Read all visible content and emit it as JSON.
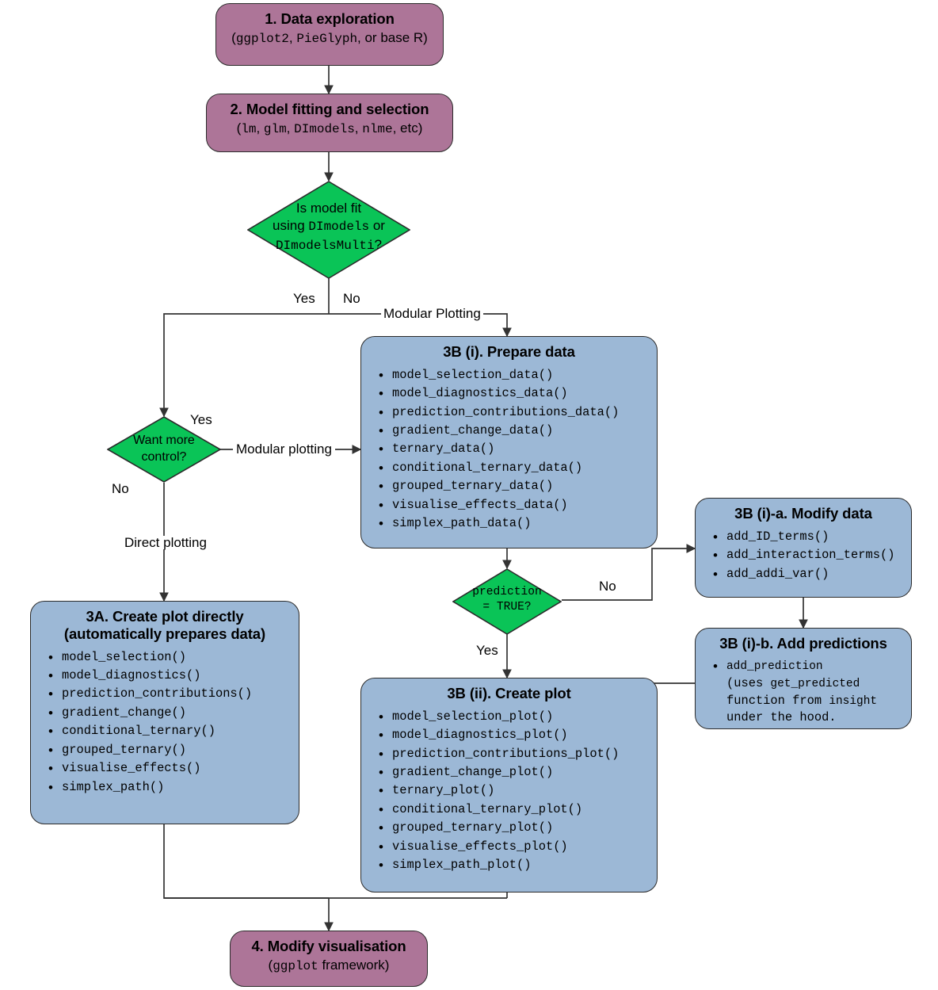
{
  "diagram": {
    "title": "DImodelsVis workflow flowchart",
    "colors": {
      "purple_fill": "#ad7598",
      "blue_fill": "#9cb8d6",
      "green_fill": "#0ac457",
      "stroke": "#2b2b2b",
      "edge": "#333333"
    }
  },
  "nodes": {
    "step1": {
      "title": "1. Data exploration",
      "sub_pre": "(",
      "sub_mono1": "ggplot2",
      "sub_mid1": ", ",
      "sub_mono2": "PieGlyph",
      "sub_post": ", or base R)"
    },
    "step2": {
      "title": "2. Model fitting and selection",
      "sub_pre": "(",
      "sub_mono1": "lm",
      "sub_mid1": ", ",
      "sub_mono2": "glm",
      "sub_mid2": ", ",
      "sub_mono3": "DImodels",
      "sub_mid3": ", ",
      "sub_mono4": "nlme",
      "sub_post": ", etc)"
    },
    "decision1": {
      "line1": "Is model fit",
      "line2_pre": "using ",
      "line2_mono": "DImodels",
      "line2_post": " or",
      "line3_mono": "DImodelsMulti",
      "line3_post": "?"
    },
    "decision2": {
      "line1": "Want more",
      "line2": "control?"
    },
    "decision3": {
      "line1_mono": "prediction",
      "line2_mono": "= TRUE?"
    },
    "step3a": {
      "title_line1": "3A. Create plot directly",
      "title_line2": "(automatically prepares data)",
      "items": [
        "model_selection()",
        "model_diagnostics()",
        "prediction_contributions()",
        "gradient_change()",
        "conditional_ternary()",
        "grouped_ternary()",
        "visualise_effects()",
        "simplex_path()"
      ]
    },
    "step3bi": {
      "title": "3B (i). Prepare data",
      "items": [
        "model_selection_data()",
        "model_diagnostics_data()",
        "prediction_contributions_data()",
        "gradient_change_data()",
        "ternary_data()",
        "conditional_ternary_data()",
        "grouped_ternary_data()",
        "visualise_effects_data()",
        "simplex_path_data()"
      ]
    },
    "step3bii": {
      "title": "3B (ii). Create plot",
      "items": [
        "model_selection_plot()",
        "model_diagnostics_plot()",
        "prediction_contributions_plot()",
        "gradient_change_plot()",
        "ternary_plot()",
        "conditional_ternary_plot()",
        "grouped_ternary_plot()",
        "visualise_effects_plot()",
        "simplex_path_plot()"
      ]
    },
    "step3bia": {
      "title": "3B (i)-a. Modify data",
      "items": [
        "add_ID_terms()",
        "add_interaction_terms()",
        "add_addi_var()"
      ]
    },
    "step3bib": {
      "title": "3B (i)-b. Add predictions",
      "item_mono1": "add_prediction",
      "item_text1": "(uses ",
      "item_mono2": "get_predicted",
      "item_text2": "function from ",
      "item_mono3": "insight",
      "item_text3": "under the hood."
    },
    "step4": {
      "title": "4. Modify visualisation",
      "sub_pre": "(",
      "sub_mono1": "ggplot",
      "sub_post": " framework)"
    }
  },
  "edge_labels": {
    "yes1": "Yes",
    "no1": "No",
    "modular_plotting_cap": "Modular Plotting",
    "yes2": "Yes",
    "no2": "No",
    "modular_plotting_low": "Modular plotting",
    "direct_plotting": "Direct plotting",
    "no3": "No",
    "yes3": "Yes"
  }
}
